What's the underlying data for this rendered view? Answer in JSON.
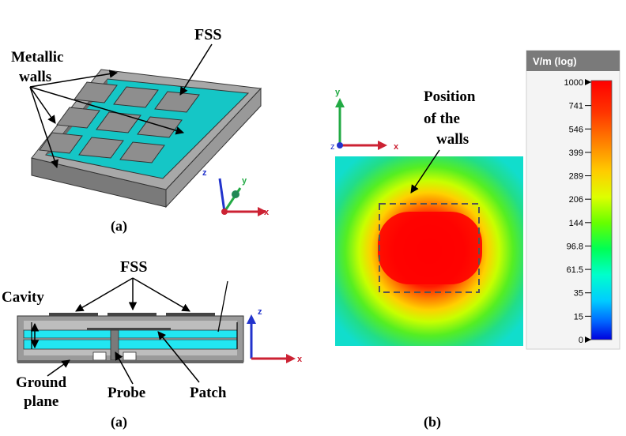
{
  "labels": {
    "fss_top": "FSS",
    "metallic": "Metallic",
    "walls": "walls",
    "caption_a_top": "(a)",
    "fss_cross": "FSS",
    "cavity": "Cavity",
    "ground": "Ground",
    "plane": "plane",
    "probe": "Probe",
    "patch": "Patch",
    "caption_a_bottom": "(a)",
    "position": "Position",
    "of_the": "of the",
    "walls_b": "walls",
    "caption_b": "(b)"
  },
  "axes": {
    "x": "x",
    "y": "y",
    "z": "z"
  },
  "colorbar": {
    "title": "V/m (log)",
    "ticks": [
      "1000",
      "741",
      "546",
      "399",
      "289",
      "206",
      "144",
      "96.8",
      "61.5",
      "35",
      "15",
      "0"
    ]
  },
  "colors": {
    "substrate": "#00ffff",
    "metal_gray": "#8c8c8c",
    "field_red": "#ff0000",
    "field_green": "#3ddc3d"
  }
}
